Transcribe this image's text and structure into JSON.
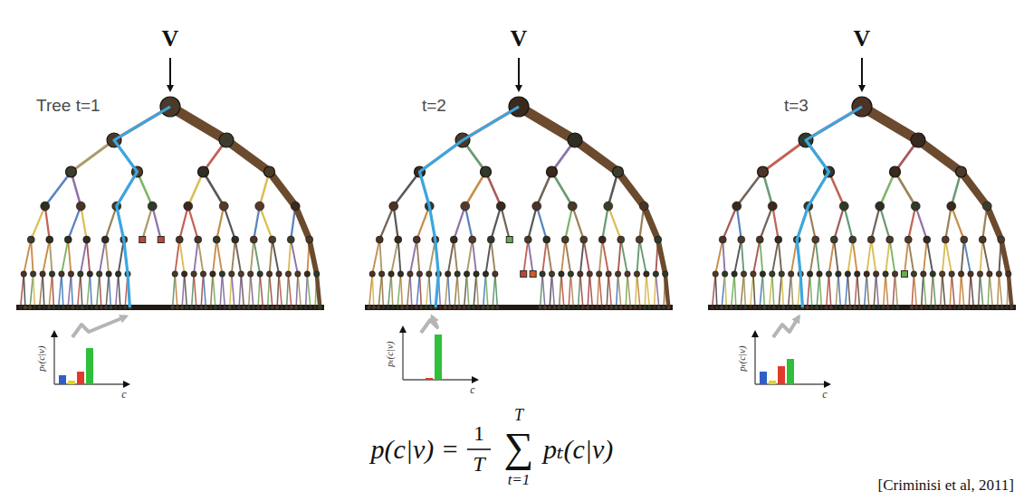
{
  "diagram": {
    "labels": [
      "V",
      "Tree t=1",
      "pₜ(c|v)",
      "c",
      "V",
      "t=2",
      "pₜ(c|v)",
      "c",
      "V",
      "t=3",
      "pₜ(c|v)",
      "c",
      "p(c|v) =",
      "1",
      "T",
      "∑",
      "T",
      "t=1",
      "pₜ(c|v)",
      "[Criminisi et al, 2011]"
    ]
  }
}
